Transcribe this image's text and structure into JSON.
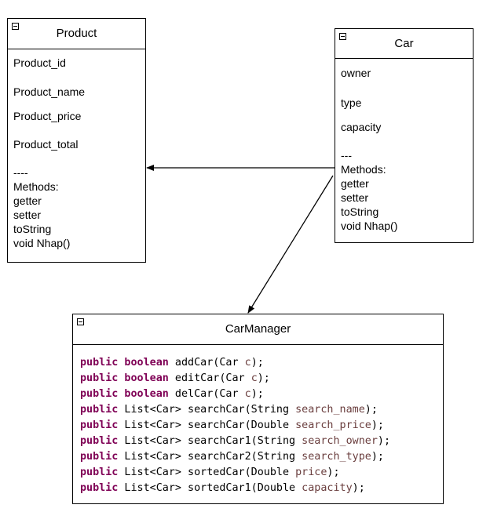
{
  "product": {
    "title": "Product",
    "attributes": [
      "Product_id",
      "Product_name",
      "Product_price",
      "Product_total"
    ],
    "methods": "----\nMethods:\ngetter\nsetter\ntoString\nvoid Nhap()"
  },
  "car": {
    "title": "Car",
    "attributes": [
      "owner",
      "type",
      "capacity"
    ],
    "methods": "---\nMethods:\ngetter\nsetter\ntoString\nvoid Nhap()"
  },
  "carmanager": {
    "title": "CarManager",
    "lines": [
      {
        "kw": "public boolean",
        "sig": " addCar(Car ",
        "param": "c",
        "end": ");"
      },
      {
        "kw": "public boolean",
        "sig": " editCar(Car ",
        "param": "c",
        "end": ");"
      },
      {
        "kw": "public boolean",
        "sig": " delCar(Car ",
        "param": "c",
        "end": ");"
      },
      {
        "kw": "public",
        "sig": " List<Car> searchCar(String ",
        "param": "search_name",
        "end": ");"
      },
      {
        "kw": "public",
        "sig": " List<Car> searchCar(Double ",
        "param": "search_price",
        "end": ");"
      },
      {
        "kw": "public",
        "sig": " List<Car> searchCar1(String ",
        "param": "search_owner",
        "end": ");"
      },
      {
        "kw": "public",
        "sig": " List<Car> searchCar2(String ",
        "param": "search_type",
        "end": ");"
      },
      {
        "kw": "public",
        "sig": " List<Car> sortedCar(Double ",
        "param": "price",
        "end": ");"
      },
      {
        "kw": "public",
        "sig": " List<Car> sortedCar1(Double ",
        "param": "capacity",
        "end": ");"
      }
    ]
  },
  "colors": {
    "keyword": "#7f0055",
    "parameter": "#6a3e3e"
  }
}
